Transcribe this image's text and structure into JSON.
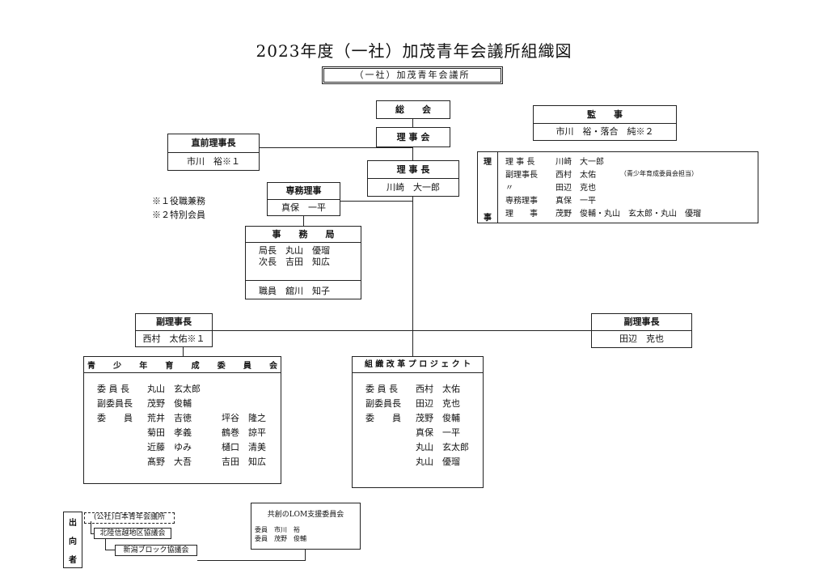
{
  "title": "2023年度（一社）加茂青年会議所組織図",
  "org_name": "（一社）加茂青年会議所",
  "soukai": "総　　会",
  "rijikai": "理 事 会",
  "rijicho": {
    "title": "理 事 長",
    "name": "川崎　大一郎"
  },
  "kansa": {
    "title": "監　　事",
    "names": "市川　裕・落合　純※２"
  },
  "chokuzen": {
    "title": "直前理事長",
    "name": "市川　裕※１"
  },
  "senmu": {
    "title": "専務理事",
    "name": "真保　一平"
  },
  "notes": [
    "※１役職兼務",
    "※２特別会員"
  ],
  "jimukyoku": {
    "title": "事　　務　　局",
    "rows": [
      "局長　丸山　優瑠",
      "次長　吉田　知広"
    ],
    "staff": "職員　舘川　知子"
  },
  "riji_panel": {
    "side_top": "理",
    "side_bottom": "事",
    "rows": [
      {
        "role": "理 事 長",
        "names": "川崎　大一郎",
        "note": ""
      },
      {
        "role": "副理事長",
        "names": "西村　太佑",
        "note": "（青少年育成委員会担当）"
      },
      {
        "role": "〃",
        "names": "田辺　克也",
        "note": ""
      },
      {
        "role": "専務理事",
        "names": "真保　一平",
        "note": ""
      },
      {
        "role": "理　　事",
        "names": "茂野　俊輔・丸山　玄太郎・丸山　優瑠",
        "note": ""
      }
    ]
  },
  "fuku_left": {
    "title": "副理事長",
    "name": "西村　太佑※１"
  },
  "fuku_right": {
    "title": "副理事長",
    "name": "田辺　克也"
  },
  "seishonen": {
    "title_chars": [
      "青",
      "少",
      "年",
      "育",
      "成",
      "委",
      "員",
      "会"
    ],
    "rows": [
      {
        "role": "委 員 長",
        "c1": "丸山　玄太郎",
        "c2": ""
      },
      {
        "role": "副委員長",
        "c1": "茂野　俊輔",
        "c2": ""
      },
      {
        "role": "委　　員",
        "c1": "荒井　吉徳",
        "c2": "坪谷　隆之"
      },
      {
        "role": "",
        "c1": "菊田　孝義",
        "c2": "鶴巻　諒平"
      },
      {
        "role": "",
        "c1": "近藤　ゆみ",
        "c2": "樋口　清美"
      },
      {
        "role": "",
        "c1": "髙野　大吾",
        "c2": "吉田　知広"
      }
    ]
  },
  "soshiki": {
    "title": "組 織 改 革 プ ロ ジ ェ ク ト",
    "rows": [
      {
        "role": "委 員 長",
        "name": "西村　太佑"
      },
      {
        "role": "副委員長",
        "name": "田辺　克也"
      },
      {
        "role": "委　　員",
        "name": "茂野　俊輔"
      },
      {
        "role": "",
        "name": "真保　一平"
      },
      {
        "role": "",
        "name": "丸山　玄太郎"
      },
      {
        "role": "",
        "name": "丸山　優瑠"
      }
    ]
  },
  "shukko": {
    "side": [
      "出",
      "向",
      "者"
    ],
    "orgs": [
      "(公社)日本青年会議所",
      "北陸信越地区協議会",
      "新潟ブロック協議会"
    ]
  },
  "lom": {
    "title": "共創のLOM支援委員会",
    "rows": [
      "委員　市川　裕",
      "委員　茂野　俊輔"
    ]
  }
}
